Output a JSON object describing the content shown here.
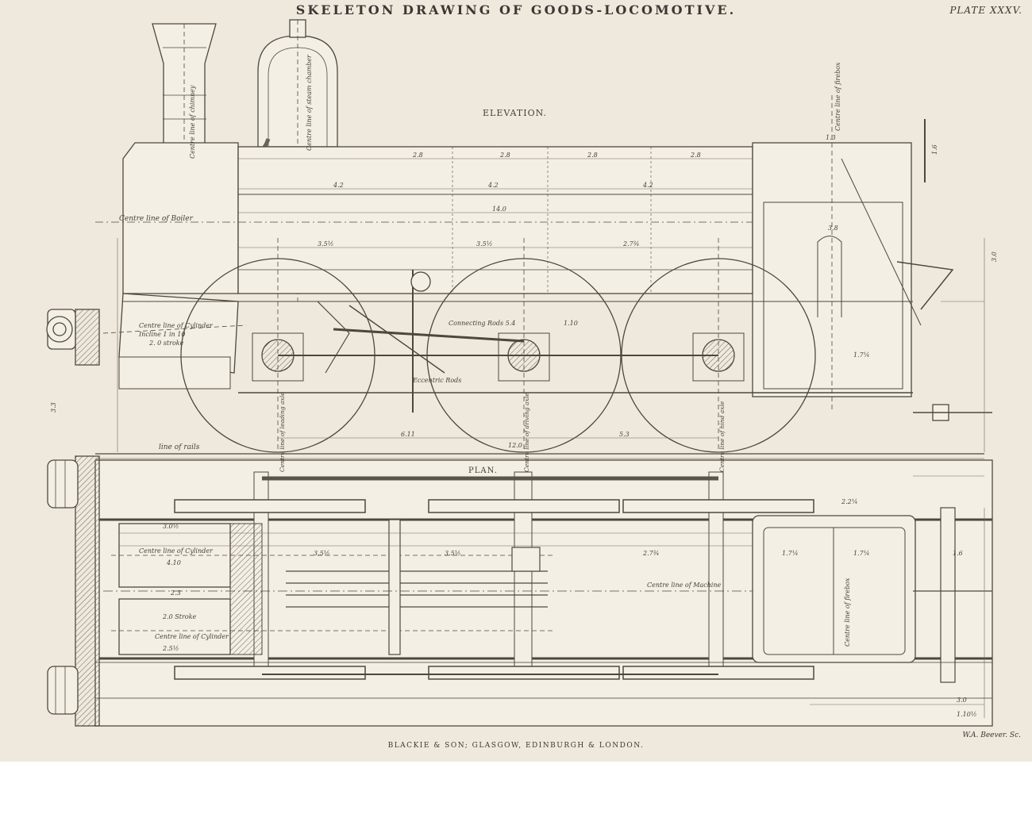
{
  "plate": {
    "title": "SKELETON DRAWING OF GOODS-LOCOMOTIVE.",
    "plate_number": "PLATE XXXV.",
    "publisher": "BLACKIE & SON; GLASGOW, EDINBURGH & LONDON.",
    "engraver": "W.A. Beever. Sc."
  },
  "elevation": {
    "heading": "ELEVATION.",
    "labels": {
      "chimney": "Centre line of chimney",
      "steam_chamber": "Centre line of steam chamber",
      "boiler": "Centre line of Boiler",
      "firebox": "Centre line of firebox",
      "cylinder": "Centre line of Cylinder",
      "incline": "Incline 1 in 10",
      "stroke": "2. 0 stroke",
      "connecting_rods": "Connecting Rods 5.4",
      "eccentric_rods": "Eccentric Rods",
      "rails": "line of rails",
      "leading_axle": "Centre line of leading axle",
      "driving_axle": "Centre line of driving axle",
      "hind_axle": "Centre line of hind axle"
    },
    "dimensions": [
      "2.8",
      "2.8",
      "2.8",
      "2.8",
      "4.2",
      "4.2",
      "4.2",
      "14.0",
      "3.5½",
      "3.5½",
      "2.7¾",
      "1.3",
      "1.6",
      "3.8",
      "5.3",
      "6.11",
      "12.0",
      "3.3",
      "1.10",
      "1.7¼",
      "3.0"
    ]
  },
  "plan": {
    "heading": "PLAN.",
    "labels": {
      "cylinder_1": "Centre line of Cylinder",
      "cylinder_2": "Centre line of Cylinder",
      "stroke": "2.0 Stroke",
      "machine": "Centre line of Machine",
      "firebox": "Centre line of firebox"
    },
    "dimensions": [
      "3.0½",
      "4.10",
      "2.5½",
      "3.5½",
      "3.5½",
      "2.7¾",
      "1.7¼",
      "1.7¼",
      "2.3",
      "3.0",
      "1.10½",
      "2.2¼",
      "1.6"
    ]
  }
}
